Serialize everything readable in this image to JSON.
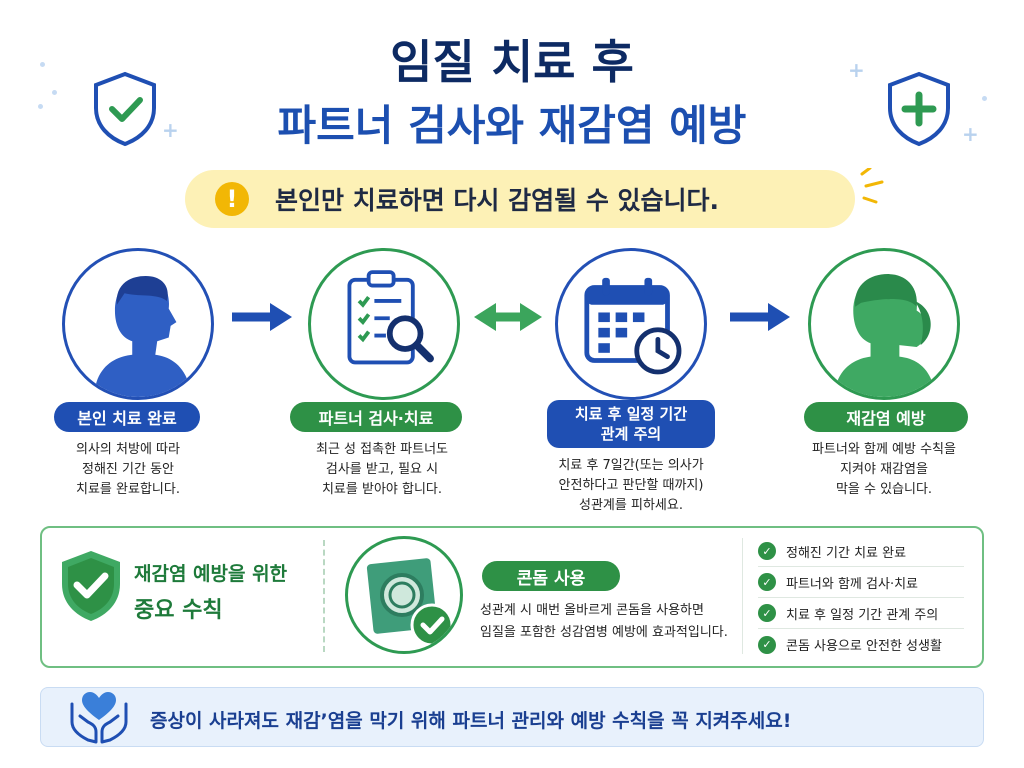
{
  "title": {
    "line1": "임질 치료 후",
    "line2": "파트너 검사와 재감염 예방"
  },
  "warning": {
    "icon": "exclamation-icon",
    "text": "본인만 치료하면 다시 감염될 수 있습니다."
  },
  "steps": [
    {
      "icon": "person-icon",
      "label": "본인 치료 완료",
      "desc": [
        "의사의 처방에 따라",
        "정해진 기간 동안",
        "치료를 완료합니다."
      ]
    },
    {
      "icon": "clipboard-search-icon",
      "label": "파트너 검사·치료",
      "desc": [
        "최근 성 접촉한 파트너도",
        "검사를 받고, 필요 시",
        "치료를 받아야 합니다."
      ]
    },
    {
      "icon": "calendar-clock-icon",
      "label_line1": "치료 후 일정 기간",
      "label_line2": "관계 주의",
      "desc": [
        "치료 후 7일간(또는 의사가",
        "안전하다고 판단할 때까지)",
        "성관계를 피하세요."
      ]
    },
    {
      "icon": "woman-icon",
      "label": "재감염 예방",
      "desc": [
        "파트너와 함께 예방 수칙을",
        "지켜야 재감염을",
        "막을 수 있습니다."
      ]
    }
  ],
  "rules": {
    "icon": "shield-check-icon",
    "title_line1": "재감염 예방을 위한",
    "title_line2": "중요 수칙"
  },
  "condom": {
    "icon": "condom-package-icon",
    "label": "콘돔 사용",
    "desc": [
      "성관계 시 매번 올바르게 콘돔을 사용하면",
      "임질을 포함한 성감염병 예방에 효과적입니다."
    ]
  },
  "checklist": [
    "정해진 기간 치료 완료",
    "파트너와 함께 검사·치료",
    "치료 후 일정 기간 관계 주의",
    "콘돔 사용으로 안전한 성생활"
  ],
  "bottom": {
    "icon": "hands-heart-icon",
    "text": "증상이 사라져도 재감’염을 막기 위해 파트너 관리와 예방 수칙을 꼭 지켜주세요!"
  },
  "colors": {
    "navy": "#0d2a63",
    "blue": "#1f4fb3",
    "green": "#2e9146",
    "yellow": "#fdf1b6"
  }
}
